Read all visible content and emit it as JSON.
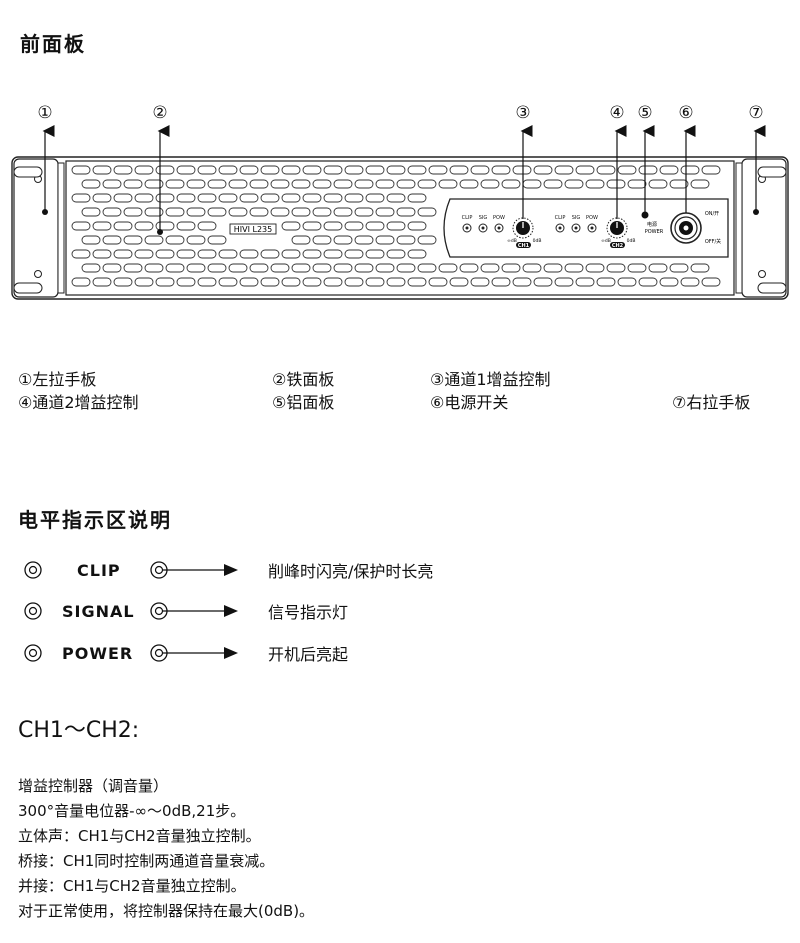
{
  "front_panel": {
    "title": "前面板",
    "callouts": [
      "①",
      "②",
      "③",
      "④",
      "⑤",
      "⑥",
      "⑦"
    ],
    "model_label": "HIVI L235",
    "leds_ch1": [
      "CLIP",
      "SIG",
      "POW"
    ],
    "leds_ch2": [
      "CLIP",
      "SIG",
      "POW"
    ],
    "ch1_label": "CH1",
    "ch2_label": "CH2",
    "knob_min": "∞dB",
    "knob_max": "0dB",
    "power_cn": "电源",
    "power_en": "POWER",
    "on_label": "ON/开",
    "off_label": "OFF/关"
  },
  "legend": [
    "①左拉手板",
    "②铁面板",
    "③通道1增益控制",
    "④通道2增益控制",
    "⑤铝面板",
    "⑥电源开关",
    "⑦右拉手板"
  ],
  "indicator_section": {
    "title": "电平指示区说明",
    "items": [
      {
        "label": "CLIP",
        "desc": "削峰时闪亮/保护时长亮"
      },
      {
        "label": "SIGNAL",
        "desc": "信号指示灯"
      },
      {
        "label": "POWER",
        "desc": "开机后亮起"
      }
    ]
  },
  "channels": {
    "title": "CH1～CH2:",
    "notes": [
      "增益控制器（调音量）",
      "300°音量电位器-∞～0dB,21步。",
      "立体声：CH1与CH2音量独立控制。",
      "桥接：CH1同时控制两通道音量衰减。",
      "并接：CH1与CH2音量独立控制。",
      "对于正常使用，将控制器保持在最大(0dB)。"
    ]
  }
}
